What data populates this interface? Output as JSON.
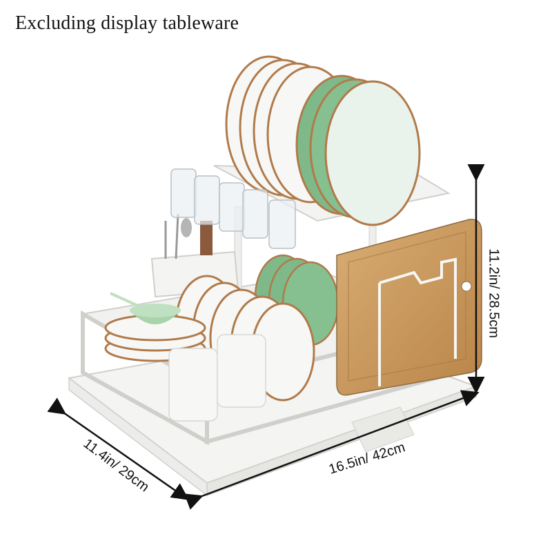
{
  "caption": "Excluding display tableware",
  "dimensions": {
    "height": "11.2in/ 28.5cm",
    "depth": "11.4in/ 29cm",
    "width": "16.5in/ 42cm"
  },
  "colors": {
    "rack": "#f4f4f2",
    "rack_outline": "#cfcfcc",
    "plate_white": "#f7f7f5",
    "plate_rim": "#b07a4a",
    "plate_green": "#7fb98a",
    "board_wood": "#c99a62",
    "arrow": "#111111"
  }
}
